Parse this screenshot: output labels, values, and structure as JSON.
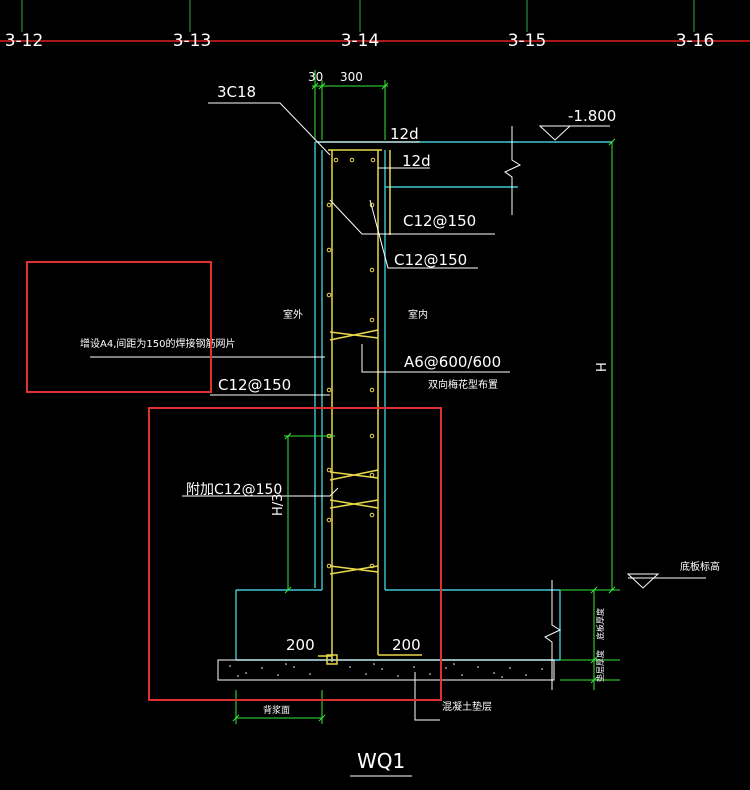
{
  "axes": [
    "3-12",
    "3-13",
    "3-14",
    "3-15",
    "3-16"
  ],
  "dims": {
    "d30": "30",
    "d300": "300",
    "d200a": "200",
    "d200b": "200",
    "h3": "H/3",
    "h": "H"
  },
  "labels": {
    "top_bar": "3C18",
    "anchor1": "12d",
    "anchor2": "12d",
    "bar1": "C12@150",
    "bar2": "C12@150",
    "tie": "A6@600/600",
    "tie_note": "双向梅花型布置",
    "outer_bar": "C12@150",
    "add_bar": "附加C12@150",
    "outside": "室外",
    "inside": "室内",
    "mesh_note": "增设A4,间距为150的焊接钢筋网片",
    "elev_top": "-1.800",
    "slab_bottom": "底板标高",
    "side_a": "底板厚度",
    "side_b": "垫层厚度",
    "bottom_left": "背浆面",
    "cushion": "混凝土垫层",
    "title": "WQ1"
  },
  "colors": {
    "grid_red": "#e02020",
    "axis_green": "#2ea84a",
    "cyan": "#3ec8d0",
    "yellow": "#e8d84a",
    "white": "#ffffff",
    "dim_green": "#39e639",
    "box_red": "#e03030"
  }
}
